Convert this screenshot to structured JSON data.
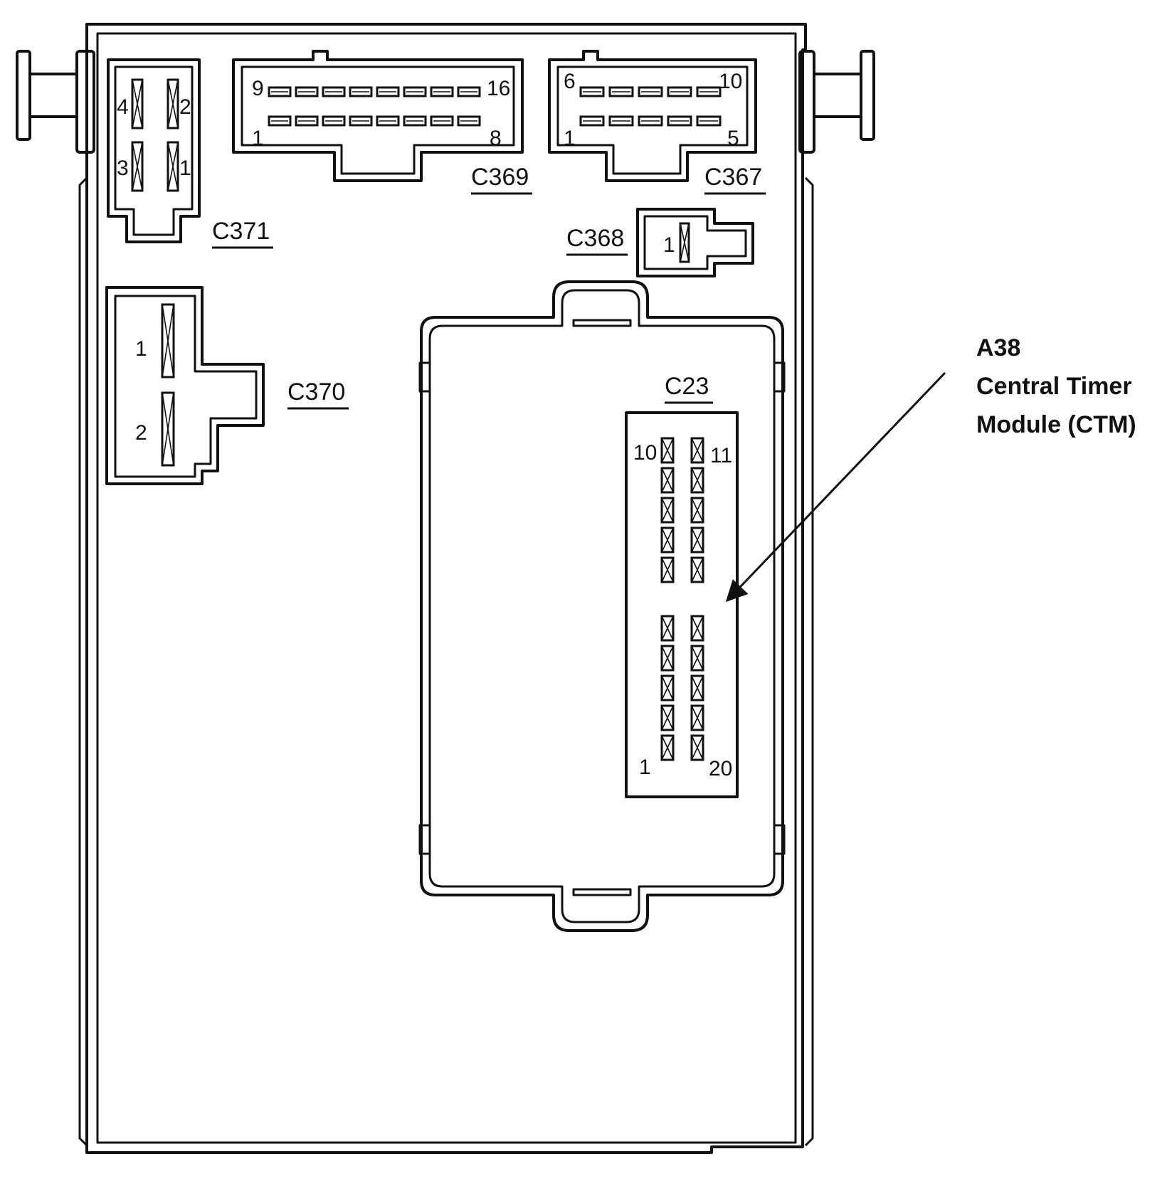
{
  "connectors": {
    "c371": {
      "label": "C371",
      "pins": [
        "4",
        "2",
        "3",
        "1"
      ]
    },
    "c369": {
      "label": "C369",
      "pin_top_left": "9",
      "pin_top_right": "16",
      "pin_bottom_left": "1",
      "pin_bottom_right": "8"
    },
    "c367": {
      "label": "C367",
      "pin_top_left": "6",
      "pin_top_right": "10",
      "pin_bottom_left": "1",
      "pin_bottom_right": "5"
    },
    "c368": {
      "label": "C368",
      "pin": "1"
    },
    "c370": {
      "label": "C370",
      "pin_1": "1",
      "pin_2": "2"
    },
    "c23": {
      "label": "C23",
      "pin_top_left": "10",
      "pin_top_right": "11",
      "pin_bottom_left": "1",
      "pin_bottom_right": "20"
    }
  },
  "callout": {
    "line1": "A38",
    "line2": "Central Timer",
    "line3": "Module (CTM)"
  }
}
